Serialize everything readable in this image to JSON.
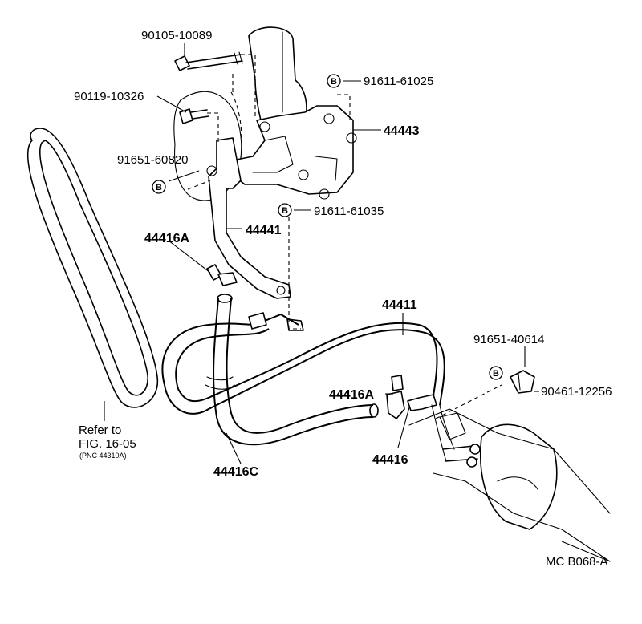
{
  "diagram": {
    "labels": {
      "p90105": "90105-10089",
      "p90119": "90119-10326",
      "p91611_61025": "91611-61025",
      "p44443": "44443",
      "p91651_60820": "91651-60820",
      "p91611_61035": "91611-61035",
      "p44441": "44441",
      "p44416A_top": "44416A",
      "p44411": "44411",
      "p91651_40614": "91651-40614",
      "p90461": "90461-12256",
      "p44416A_mid": "44416A",
      "p44416": "44416",
      "p44416C": "44416C",
      "ref_line1": "Refer to",
      "ref_line2": "FIG. 16-05",
      "ref_line3": "(PNC 44310A)",
      "code": "MC  B068-A"
    },
    "symbol_letter": "B"
  }
}
